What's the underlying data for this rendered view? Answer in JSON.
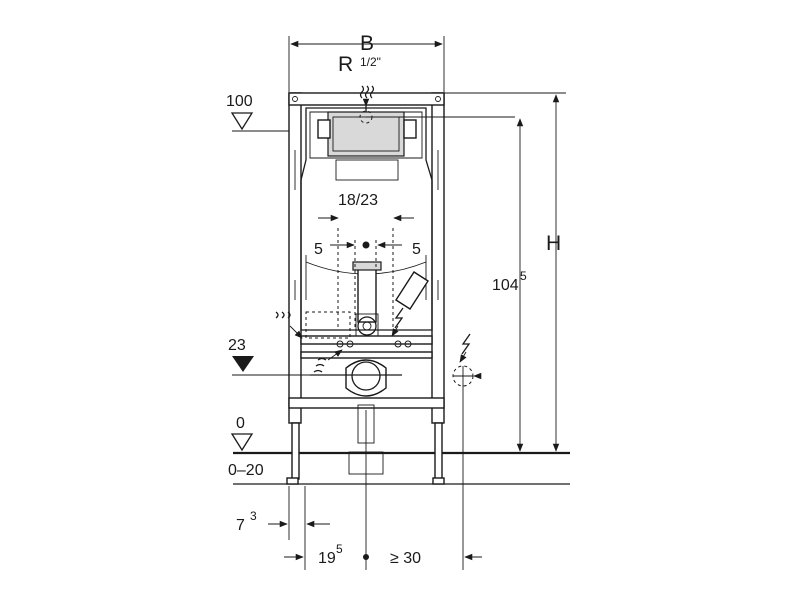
{
  "labels": {
    "width": "B",
    "thread": "R",
    "thread_fraction": "1/2\"",
    "height": "H",
    "level_top": "100",
    "level_inlet": "23",
    "level_floor": "0",
    "floor_range": "0–20",
    "inlet_spacing": "18/23",
    "offset_left": "5",
    "offset_right": "5",
    "frame_height": "104",
    "frame_height_sup": "5",
    "foot_offset": "7",
    "foot_offset_sup": "3",
    "axis_offset": "19",
    "axis_offset_sup": "5",
    "min_distance": "≥ 30"
  },
  "icons": {
    "water": "water-supply-icon",
    "power": "electric-connection-icon",
    "level": "level-marker-icon"
  }
}
